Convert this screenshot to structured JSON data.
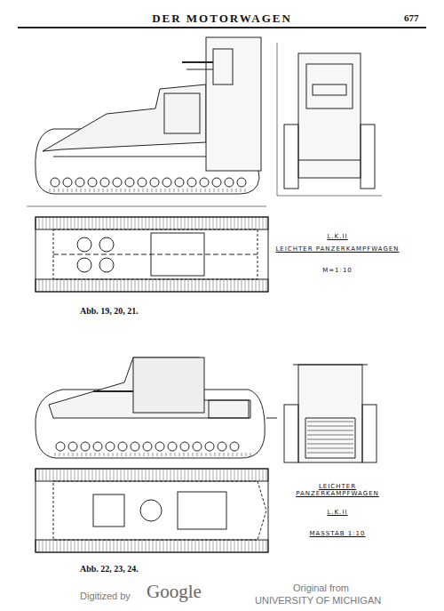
{
  "diagram": {
    "title": "DER MOTORWAGEN",
    "labels": [
      "677",
      "L.K.II",
      "LEICHTER PANZERKAMPFWAGEN",
      "M=1:10",
      "Abb. 19, 20, 21.",
      "LEICHTER PANZERKAMPFWAGEN",
      "L.K.II",
      "MASSTAB 1:10",
      "Abb. 22, 23, 24.",
      "Digitized by",
      "Google",
      "Original from",
      "UNIVERSITY OF MICHIGAN"
    ]
  }
}
